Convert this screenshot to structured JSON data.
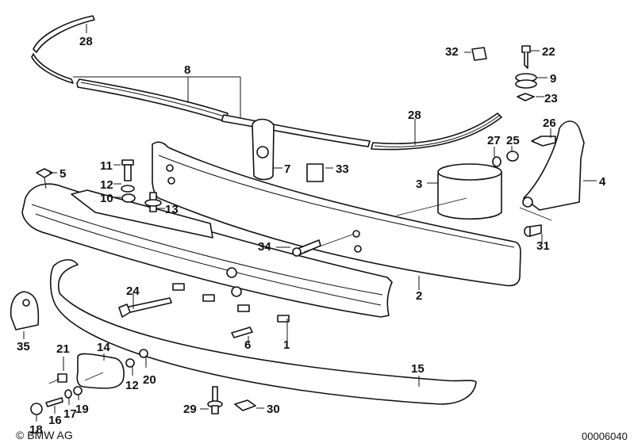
{
  "diagram": {
    "title": "Front bumper parts diagram",
    "copyright": "© BMW AG",
    "diagram_number": "00006040",
    "callouts": [
      {
        "id": "c28a",
        "label": "28",
        "part": "trim strip left"
      },
      {
        "id": "c8",
        "label": "8",
        "part": "trim strip set"
      },
      {
        "id": "c28b",
        "label": "28",
        "part": "trim strip right"
      },
      {
        "id": "c32",
        "label": "32",
        "part": "clip"
      },
      {
        "id": "c22",
        "label": "22",
        "part": "screw"
      },
      {
        "id": "c9",
        "label": "9",
        "part": "rubber mount"
      },
      {
        "id": "c23",
        "label": "23",
        "part": "nut plate"
      },
      {
        "id": "c26",
        "label": "26",
        "part": "hex bolt"
      },
      {
        "id": "c27",
        "label": "27",
        "part": "washer"
      },
      {
        "id": "c25",
        "label": "25",
        "part": "hex nut"
      },
      {
        "id": "c4",
        "label": "4",
        "part": "bracket"
      },
      {
        "id": "c3",
        "label": "3",
        "part": "impact absorber"
      },
      {
        "id": "c33",
        "label": "33",
        "part": "plate"
      },
      {
        "id": "c7",
        "label": "7",
        "part": "holder"
      },
      {
        "id": "c5",
        "label": "5",
        "part": "nut clip"
      },
      {
        "id": "c11",
        "label": "11",
        "part": "bolt"
      },
      {
        "id": "c12a",
        "label": "12",
        "part": "washer"
      },
      {
        "id": "c10",
        "label": "10",
        "part": "bushing"
      },
      {
        "id": "c13",
        "label": "13",
        "part": "stud"
      },
      {
        "id": "c34",
        "label": "34",
        "part": "pin"
      },
      {
        "id": "c31",
        "label": "31",
        "part": "bolt"
      },
      {
        "id": "c2",
        "label": "2",
        "part": "bumper cover"
      },
      {
        "id": "c24",
        "label": "24",
        "part": "long bolt"
      },
      {
        "id": "c6",
        "label": "6",
        "part": "expanding rivet"
      },
      {
        "id": "c1",
        "label": "1",
        "part": "bumper carrier"
      },
      {
        "id": "c35",
        "label": "35",
        "part": "mount"
      },
      {
        "id": "c21",
        "label": "21",
        "part": "clip nut"
      },
      {
        "id": "c14",
        "label": "14",
        "part": "plate holder"
      },
      {
        "id": "c12b",
        "label": "12",
        "part": "washer"
      },
      {
        "id": "c20",
        "label": "20",
        "part": "screw"
      },
      {
        "id": "c15",
        "label": "15",
        "part": "lower trim"
      },
      {
        "id": "c18",
        "label": "18",
        "part": "cap"
      },
      {
        "id": "c16",
        "label": "16",
        "part": "screw"
      },
      {
        "id": "c17",
        "label": "17",
        "part": "washer"
      },
      {
        "id": "c19",
        "label": "19",
        "part": "nut"
      },
      {
        "id": "c29",
        "label": "29",
        "part": "stud"
      },
      {
        "id": "c30",
        "label": "30",
        "part": "clip"
      }
    ]
  }
}
